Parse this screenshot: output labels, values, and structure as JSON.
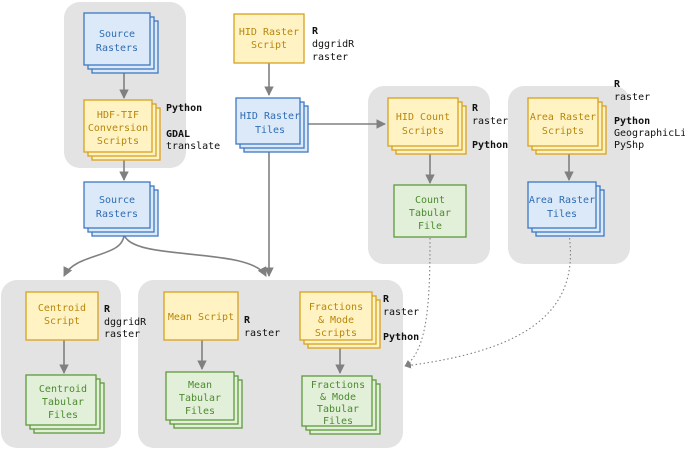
{
  "nodes": {
    "source_rasters_top": {
      "lines": [
        "Source",
        "Rasters"
      ]
    },
    "hdf_tif_scripts": {
      "lines": [
        "HDF-TIF",
        "Conversion",
        "Scripts"
      ]
    },
    "source_rasters_mid": {
      "lines": [
        "Source",
        "Rasters"
      ]
    },
    "hid_raster_script": {
      "lines": [
        "HID Raster",
        "Script"
      ]
    },
    "hid_raster_tiles": {
      "lines": [
        "HID Raster",
        "Tiles"
      ]
    },
    "hid_count_scripts": {
      "lines": [
        "HID Count",
        "Scripts"
      ]
    },
    "count_tabular_file": {
      "lines": [
        "Count",
        "Tabular",
        "File"
      ]
    },
    "area_raster_scripts": {
      "lines": [
        "Area Raster",
        "Scripts"
      ]
    },
    "area_raster_tiles": {
      "lines": [
        "Area Raster",
        "Tiles"
      ]
    },
    "centroid_script": {
      "lines": [
        "Centroid",
        "Script"
      ]
    },
    "centroid_tabular_files": {
      "lines": [
        "Centroid",
        "Tabular",
        "Files"
      ]
    },
    "mean_script": {
      "lines": [
        "Mean Script"
      ]
    },
    "mean_tabular_files": {
      "lines": [
        "Mean",
        "Tabular",
        "Files"
      ]
    },
    "fractions_mode_scripts": {
      "lines": [
        "Fractions",
        "& Mode",
        "Scripts"
      ]
    },
    "fractions_mode_tabular_files": {
      "lines": [
        "Fractions",
        "& Mode",
        "Tabular",
        "Files"
      ]
    }
  },
  "annotations": {
    "hdf_tif": {
      "python": "Python",
      "gdal": "GDAL",
      "translate": "translate"
    },
    "hid_raster_script": {
      "r": "R",
      "dggridr": "dggridR",
      "raster": "raster"
    },
    "hid_count": {
      "r": "R",
      "raster": "raster",
      "python": "Python"
    },
    "area_raster": {
      "r": "R",
      "raster": "raster",
      "python": "Python",
      "geographiclib": "GeographicLib",
      "pyshp": "PyShp"
    },
    "centroid": {
      "r": "R",
      "dggridr": "dggridR",
      "raster": "raster"
    },
    "mean": {
      "r": "R",
      "raster": "raster"
    },
    "fractions": {
      "r": "R",
      "raster": "raster",
      "python": "Python"
    }
  },
  "colors": {
    "group_bg": "#e3e3e3",
    "data_node": "#dbe9f8",
    "script_node": "#fff3c4",
    "output_node": "#e2f0d9",
    "edge": "#808080"
  }
}
